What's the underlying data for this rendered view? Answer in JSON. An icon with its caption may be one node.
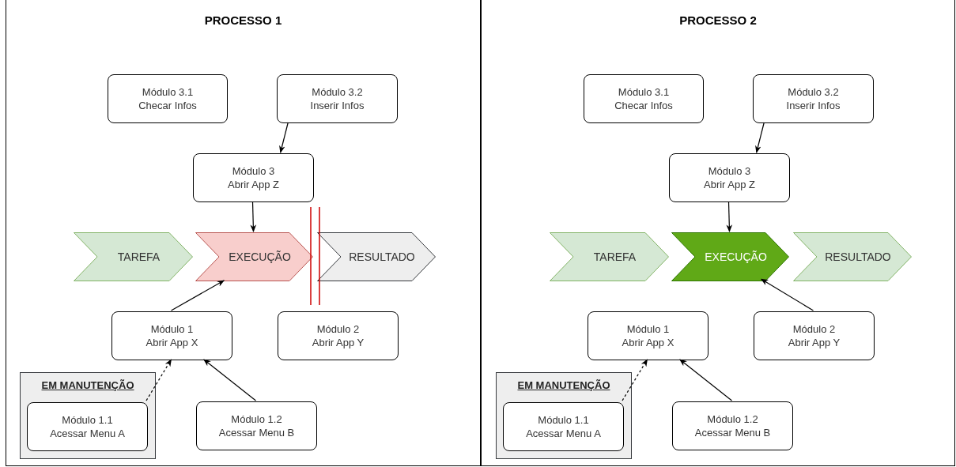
{
  "diagram": {
    "nodes": [
      {
        "text": [
          "PROCESSO 1"
        ]
      },
      {
        "text": [
          "Módulo 3.1",
          "Checar Infos"
        ],
        "in": 0
      },
      {
        "text": [
          "Módulo 3.2",
          "Inserir Infos"
        ],
        "in": 0
      },
      {
        "text": [
          "Módulo 3",
          "Abrir App Z"
        ],
        "in": 0
      },
      {
        "text": [
          "TAREFA"
        ],
        "in": 0
      },
      {
        "text": [
          "EXECUÇÃO"
        ],
        "in": 0
      },
      {
        "text": [
          "RESULTADO"
        ],
        "in": 0
      },
      {
        "text": [
          "Módulo 1",
          "Abrir App X"
        ],
        "in": 0
      },
      {
        "text": [
          "Módulo 2",
          "Abrir App Y"
        ],
        "in": 0
      },
      {
        "text": [
          "EM MANUTENÇÃO"
        ],
        "in": 0
      },
      {
        "text": [
          "Módulo 1.1",
          "Acessar Menu A"
        ],
        "in": 9
      },
      {
        "text": [
          "Módulo 1.2",
          "Acessar Menu B"
        ],
        "in": 0
      },
      {
        "text": [
          "PROCESSO 2"
        ]
      },
      {
        "text": [
          "Módulo 3.1",
          "Checar Infos"
        ],
        "in": 12
      },
      {
        "text": [
          "Módulo 3.2",
          "Inserir Infos"
        ],
        "in": 12
      },
      {
        "text": [
          "Módulo 3",
          "Abrir App Z"
        ],
        "in": 12
      },
      {
        "text": [
          "TAREFA"
        ],
        "in": 12
      },
      {
        "text": [
          "EXECUÇÃO"
        ],
        "in": 12
      },
      {
        "text": [
          "RESULTADO"
        ],
        "in": 12
      },
      {
        "text": [
          "Módulo 1",
          "Abrir App X"
        ],
        "in": 12
      },
      {
        "text": [
          "Módulo 2",
          "Abrir App Y"
        ],
        "in": 12
      },
      {
        "text": [
          "EM MANUTENÇÃO"
        ],
        "in": 12
      },
      {
        "text": [
          "Módulo 1.1",
          "Acessar Menu A"
        ],
        "in": 21
      },
      {
        "text": [
          "Módulo 1.2",
          "Acessar Menu B"
        ],
        "in": 12
      }
    ],
    "edges": [
      {
        "from": 2,
        "to": 3,
        "arrow": "to"
      },
      {
        "from": 3,
        "to": 5,
        "arrow": "to"
      },
      {
        "from": 7,
        "to": 5,
        "arrow": "to"
      },
      {
        "from": 10,
        "to": 7,
        "arrow": "to",
        "style": "dashed"
      },
      {
        "from": 11,
        "to": 7,
        "arrow": "to"
      },
      {
        "from": 14,
        "to": 15,
        "arrow": "to"
      },
      {
        "from": 15,
        "to": 17,
        "arrow": "to"
      },
      {
        "from": 20,
        "to": 17,
        "arrow": "to"
      },
      {
        "from": 22,
        "to": 19,
        "arrow": "to",
        "style": "dashed"
      },
      {
        "from": 23,
        "to": 19,
        "arrow": "to"
      }
    ]
  }
}
